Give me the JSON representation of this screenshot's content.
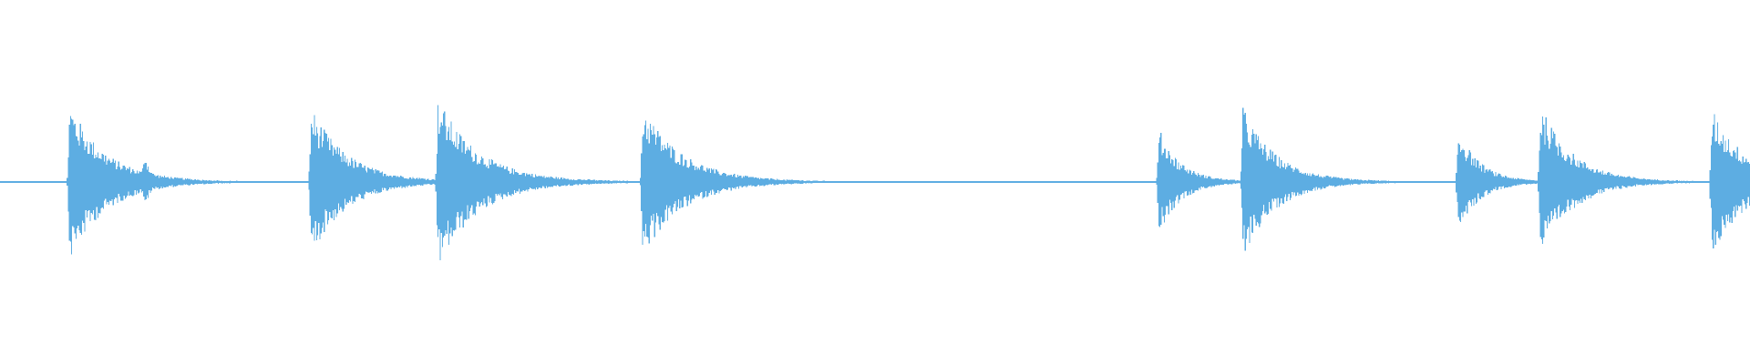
{
  "waveform": {
    "color": "#5dade2",
    "background": "#ffffff",
    "transients": [
      {
        "onset": 0.0395,
        "peak_up": 0.41,
        "peak_down": 0.41,
        "decay": 0.02,
        "tail": 0.045
      },
      {
        "onset": 0.082,
        "peak_up": 0.17,
        "peak_down": 0.15,
        "decay": 0.004,
        "tail": 0.012
      },
      {
        "onset": 0.1775,
        "peak_up": 0.39,
        "peak_down": 0.38,
        "decay": 0.02,
        "tail": 0.045
      },
      {
        "onset": 0.25,
        "peak_up": 0.44,
        "peak_down": 0.45,
        "decay": 0.022,
        "tail": 0.055
      },
      {
        "onset": 0.367,
        "peak_up": 0.4,
        "peak_down": 0.39,
        "decay": 0.022,
        "tail": 0.05
      },
      {
        "onset": 0.4125,
        "peak_up": 0.04,
        "peak_down": 0.04,
        "decay": 0.008,
        "tail": 0.02
      },
      {
        "onset": 0.662,
        "peak_up": 0.28,
        "peak_down": 0.27,
        "decay": 0.012,
        "tail": 0.035
      },
      {
        "onset": 0.71,
        "peak_up": 0.39,
        "peak_down": 0.39,
        "decay": 0.018,
        "tail": 0.045
      },
      {
        "onset": 0.833,
        "peak_up": 0.28,
        "peak_down": 0.26,
        "decay": 0.012,
        "tail": 0.03
      },
      {
        "onset": 0.88,
        "peak_up": 0.4,
        "peak_down": 0.38,
        "decay": 0.018,
        "tail": 0.045
      },
      {
        "onset": 0.978,
        "peak_up": 0.38,
        "peak_down": 0.38,
        "decay": 0.02,
        "tail": 0.03
      }
    ],
    "noise_floor": 0.006
  }
}
